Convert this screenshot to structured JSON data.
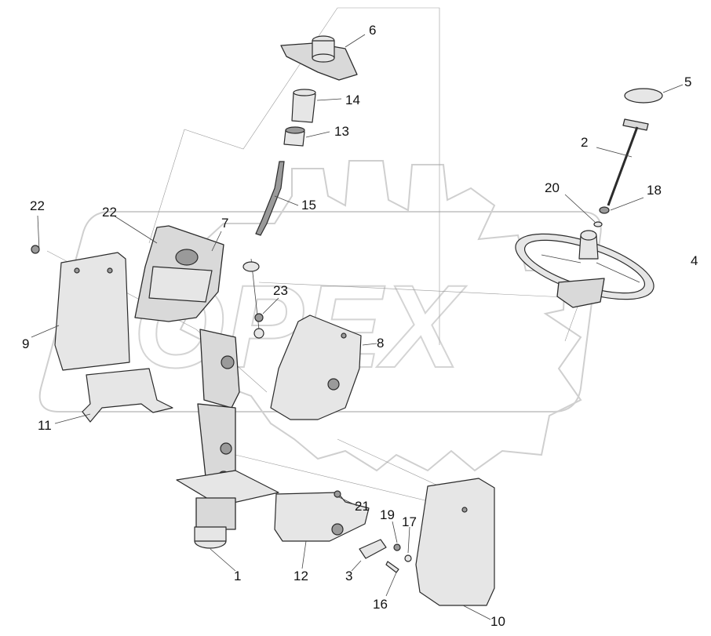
{
  "watermark": {
    "text": "OPEX"
  },
  "corner_mark": "",
  "callouts": [
    {
      "id": "label-1",
      "text": "1"
    },
    {
      "id": "label-2",
      "text": "2"
    },
    {
      "id": "label-3",
      "text": "3"
    },
    {
      "id": "label-4",
      "text": "4"
    },
    {
      "id": "label-5",
      "text": "5"
    },
    {
      "id": "label-6",
      "text": "6"
    },
    {
      "id": "label-7",
      "text": "7"
    },
    {
      "id": "label-8",
      "text": "8"
    },
    {
      "id": "label-9",
      "text": "9"
    },
    {
      "id": "label-10",
      "text": "10"
    },
    {
      "id": "label-11",
      "text": "11"
    },
    {
      "id": "label-12",
      "text": "12"
    },
    {
      "id": "label-13",
      "text": "13"
    },
    {
      "id": "label-14",
      "text": "14"
    },
    {
      "id": "label-15",
      "text": "15"
    },
    {
      "id": "label-16",
      "text": "16"
    },
    {
      "id": "label-17",
      "text": "17"
    },
    {
      "id": "label-18",
      "text": "18"
    },
    {
      "id": "label-19",
      "text": "19"
    },
    {
      "id": "label-20",
      "text": "20"
    },
    {
      "id": "label-21",
      "text": "21"
    },
    {
      "id": "label-22a",
      "text": "22"
    },
    {
      "id": "label-22b",
      "text": "22"
    },
    {
      "id": "label-23",
      "text": "23"
    }
  ]
}
